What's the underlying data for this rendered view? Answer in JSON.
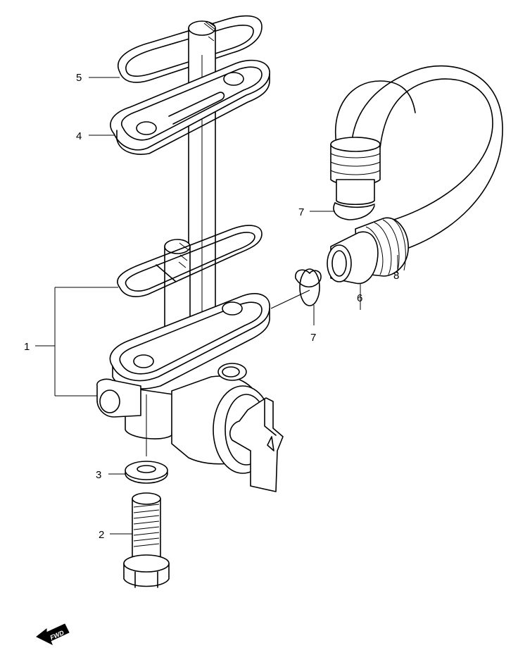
{
  "callouts": {
    "c1": "1",
    "c2": "2",
    "c3": "3",
    "c4": "4",
    "c5": "5",
    "c6": "6",
    "c7a": "7",
    "c7b": "7",
    "c8": "8"
  },
  "fwd_badge": {
    "label": "FWD"
  },
  "icons": {
    "fwd": "fwd-arrow-icon"
  }
}
